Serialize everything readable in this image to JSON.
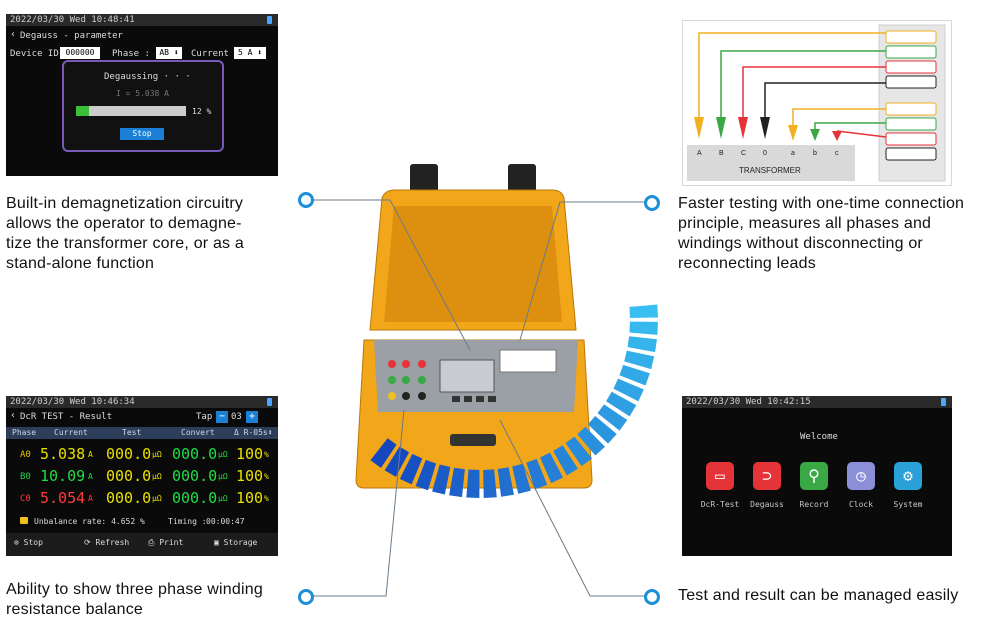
{
  "degauss_screen": {
    "datetime": "2022/03/30 Wed 10:48:41",
    "title": "Degauss - parameter",
    "device_id_label": "Device ID:",
    "device_id_value": "000000",
    "phase_label": "Phase :",
    "phase_value": "AB",
    "current_label": "Current :",
    "current_value": "5 A",
    "dialog_title": "Degaussing · · ·",
    "dialog_current": "I = 5.038 A",
    "progress_percent": 12,
    "progress_label": "12 %",
    "stop_label": "Stop"
  },
  "result_screen": {
    "datetime": "2022/03/30 Wed 10:46:34",
    "title": "DcR TEST - Result",
    "tap_label": "Tap",
    "tap_value": "03",
    "headers": [
      "Phase",
      "Current",
      "Test",
      "Convert",
      "Δ R-05s"
    ],
    "rows": [
      {
        "phase": "A0",
        "current": "5.038",
        "cur_unit": "A",
        "test": "000.0",
        "test_unit": "μΩ",
        "convert": "000.0",
        "conv_unit": "μΩ",
        "pct": "100",
        "pct_unit": "%"
      },
      {
        "phase": "B0",
        "current": "10.09",
        "cur_unit": "A",
        "test": "000.0",
        "test_unit": "μΩ",
        "convert": "000.0",
        "conv_unit": "μΩ",
        "pct": "100",
        "pct_unit": "%"
      },
      {
        "phase": "C0",
        "current": "5.054",
        "cur_unit": "A",
        "test": "000.0",
        "test_unit": "μΩ",
        "convert": "000.0",
        "conv_unit": "μΩ",
        "pct": "100",
        "pct_unit": "%"
      }
    ],
    "unbalance_label": "Unbalance rate: 4.652 %",
    "timing_label": "Timing :",
    "timing_value": "00:00:47",
    "footer_buttons": [
      "Stop",
      "Refresh",
      "Print",
      "Storage"
    ]
  },
  "home_screen": {
    "datetime": "2022/03/30 Wed 10:42:15",
    "welcome": "Welcome",
    "apps": [
      {
        "label": "DcR-Test",
        "icon": "resistor-icon",
        "color": "#e5333a"
      },
      {
        "label": "Degauss",
        "icon": "magnet-icon",
        "color": "#e5333a"
      },
      {
        "label": "Record",
        "icon": "magnifier-icon",
        "color": "#3aa845"
      },
      {
        "label": "Clock",
        "icon": "clock-icon",
        "color": "#8a8fd8"
      },
      {
        "label": "System",
        "icon": "gear-icon",
        "color": "#2aa0d8"
      }
    ]
  },
  "wiring_diagram": {
    "transformer_label": "TRANSFORMER",
    "terminals": [
      "A",
      "B",
      "C",
      "0",
      "a",
      "b",
      "c"
    ]
  },
  "captions": {
    "top_left": [
      "Built-in demagnetization circuitry",
      "allows the operator to demagne-",
      "tize the transformer core, or as a",
      "stand-alone function"
    ],
    "top_right": [
      "Faster testing with one-time connection",
      "principle, measures all phases and",
      "windings without disconnecting or",
      "reconnecting leads"
    ],
    "bottom_left": [
      "Ability to show three phase winding",
      "resistance balance"
    ],
    "bottom_right": [
      "Test and result can be managed easily"
    ]
  },
  "colors": {
    "accent_blue": "#1b8fd8",
    "case_orange": "#f2a619",
    "yellow_value": "#e8e000",
    "green_value": "#22dd44",
    "red_value": "#ff3b3b"
  }
}
